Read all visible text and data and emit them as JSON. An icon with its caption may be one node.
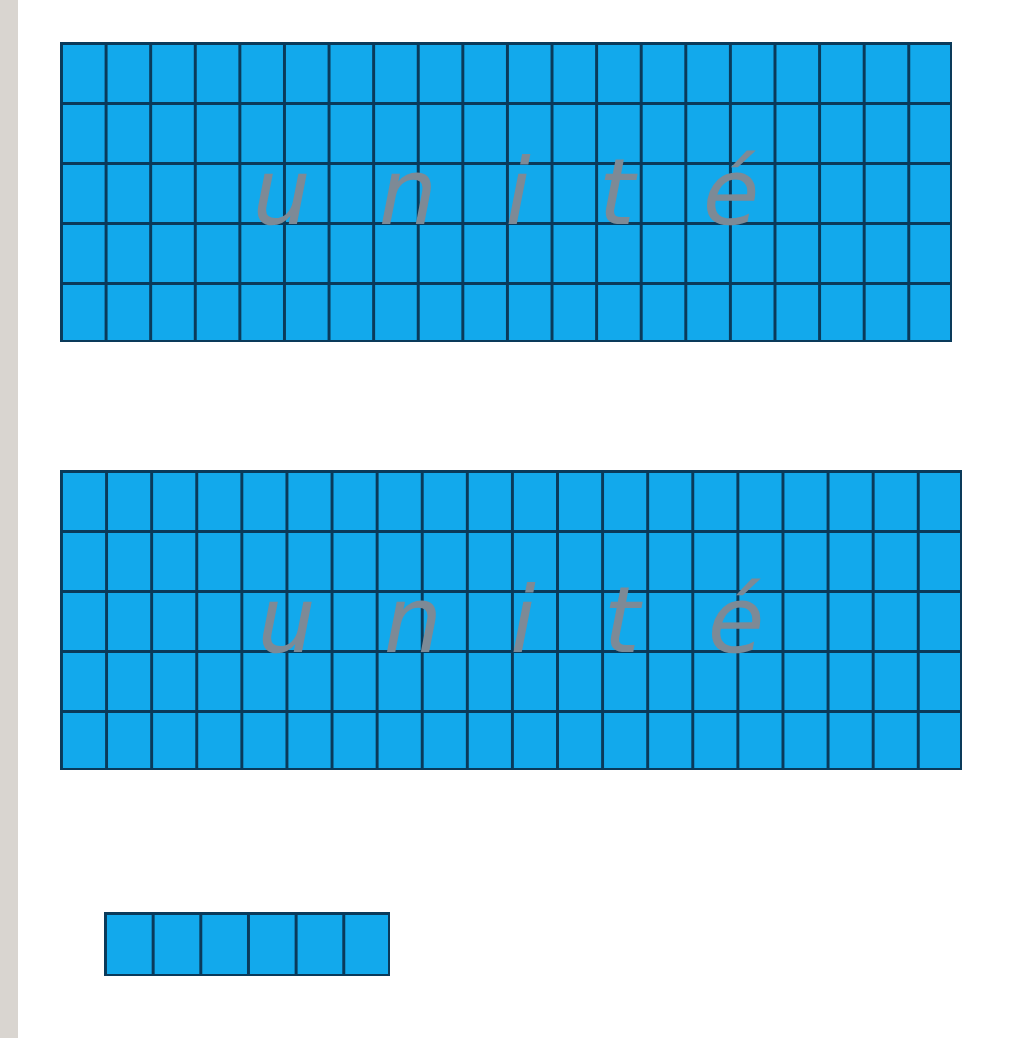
{
  "diagram": {
    "nodes": [
      {
        "text": [
          "unité"
        ]
      },
      {
        "text": [
          "unité"
        ]
      },
      {
        "text": [],
        "shape": "bar"
      }
    ]
  }
}
